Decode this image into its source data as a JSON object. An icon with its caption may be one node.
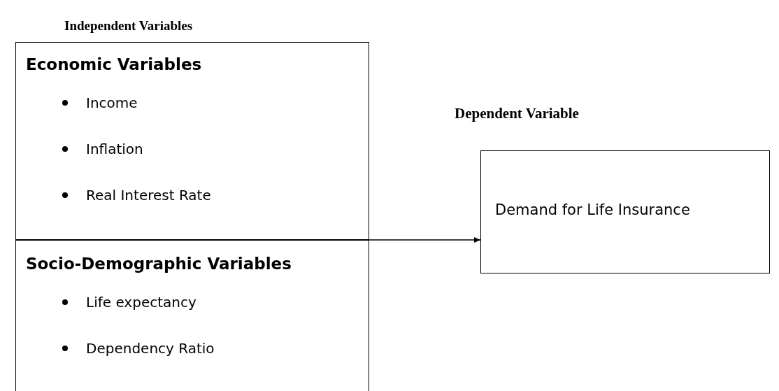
{
  "diagram": {
    "nodes": [
      {
        "text": [
          "Economic Variables",
          "Income",
          "Inflation",
          "Real Interest Rate"
        ]
      },
      {
        "text": [
          "Socio-Demographic Variables",
          "Life expectancy",
          "Dependency Ratio"
        ]
      },
      {
        "text": [
          "Demand for Life Insurance"
        ]
      }
    ],
    "edges": [
      {
        "from": 0,
        "to": 2,
        "arrow": "to"
      },
      {
        "from": 1,
        "to": 2,
        "arrow": "to"
      }
    ],
    "labels": [
      "Independent Variables",
      "Dependent Variable"
    ]
  }
}
